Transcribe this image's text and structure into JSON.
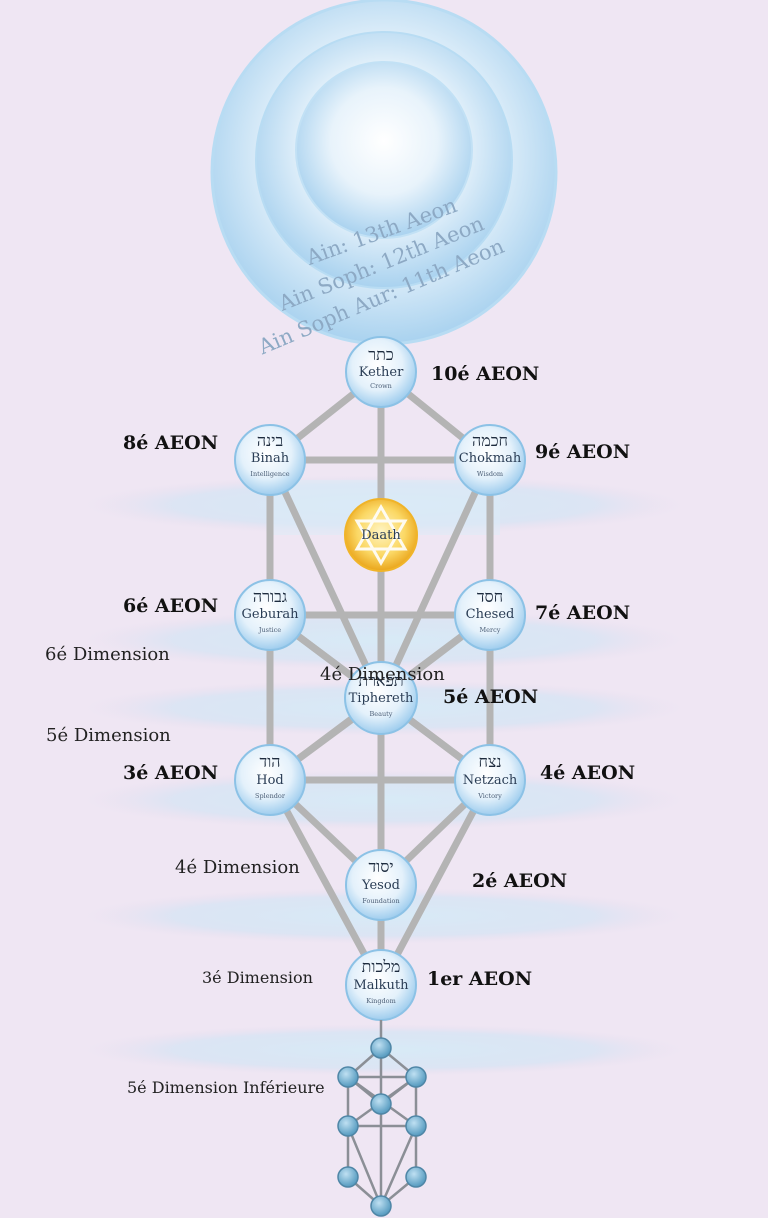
{
  "title_rings": {
    "ain": "Ain: 13th Aeon",
    "ain_soph": "Ain Soph: 12th Aeon",
    "ain_soph_aur": "Ain Soph Aur: 11th Aeon"
  },
  "sephiroth": {
    "kether": {
      "hebrew": "כתר",
      "name": "Kether",
      "desc": "Crown"
    },
    "binah": {
      "hebrew": "בינה",
      "name": "Binah",
      "desc": "Intelligence"
    },
    "chokmah": {
      "hebrew": "חכמה",
      "name": "Chokmah",
      "desc": "Wisdom"
    },
    "daath": {
      "hebrew": "",
      "name": "Daath",
      "desc": ""
    },
    "geburah": {
      "hebrew": "גבורה",
      "name": "Geburah",
      "desc": "Justice"
    },
    "chesed": {
      "hebrew": "חסד",
      "name": "Chesed",
      "desc": "Mercy"
    },
    "tiphereth": {
      "hebrew": "תפארת",
      "name": "Tiphereth",
      "desc": "Beauty"
    },
    "hod": {
      "hebrew": "הוד",
      "name": "Hod",
      "desc": "Splendor"
    },
    "netzach": {
      "hebrew": "נצח",
      "name": "Netzach",
      "desc": "Victory"
    },
    "yesod": {
      "hebrew": "יסוד",
      "name": "Yesod",
      "desc": "Foundation"
    },
    "malkuth": {
      "hebrew": "מלכות",
      "name": "Malkuth",
      "desc": "Kingdom"
    }
  },
  "aeons": {
    "kether": "10é AEON",
    "binah": "8é AEON",
    "chokmah": "9é AEON",
    "geburah": "6é AEON",
    "chesed": "7é AEON",
    "tiphereth": "5é AEON",
    "hod": "3é AEON",
    "netzach": "4é AEON",
    "yesod": "2é AEON",
    "malkuth": "1er AEON"
  },
  "dimensions": {
    "d6": "6é Dimension",
    "d4_center": "4é Dimension",
    "d5": "5é Dimension",
    "d4": "4é Dimension",
    "d3": "3é Dimension",
    "d5_inferior": "5é Dimension Inférieure"
  },
  "colors": {
    "background": "#efe6f3",
    "sphere": "#cfe6f7",
    "sphere_rim": "#8cc2e6",
    "path": "#b3b3b3",
    "daath": "#f7c948"
  }
}
